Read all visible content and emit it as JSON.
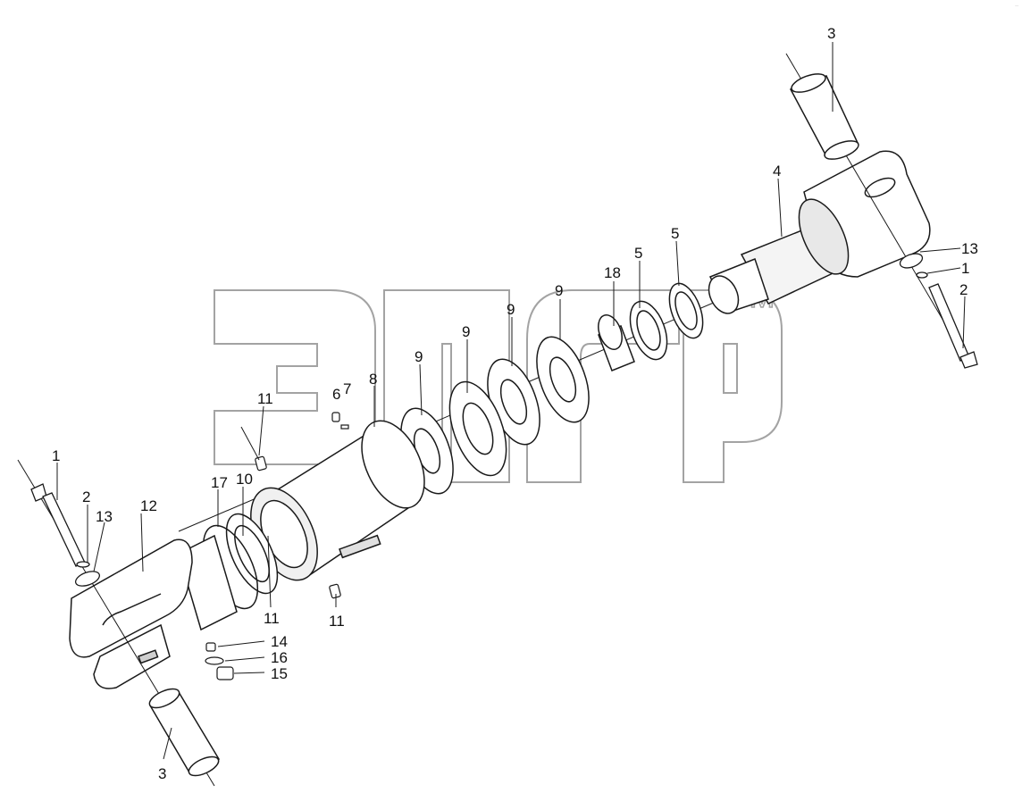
{
  "watermark": {
    "tm": "TM"
  },
  "corner_mark": "..",
  "callouts": {
    "c1_right": "1",
    "c2_right": "2",
    "c3_top": "3",
    "c4": "4",
    "c5_a": "5",
    "c5_b": "5",
    "c13_right": "13",
    "c18": "18",
    "c9_a": "9",
    "c9_b": "9",
    "c9_c": "9",
    "c9_d": "9",
    "c8": "8",
    "c6": "6",
    "c7": "7",
    "c11_a": "11",
    "c11_b": "11",
    "c11_c": "11",
    "c10": "10",
    "c17": "17",
    "c12": "12",
    "c1_left": "1",
    "c2_left": "2",
    "c13_left": "13",
    "c14": "14",
    "c16": "16",
    "c15": "15",
    "c3_bottom": "3"
  },
  "colors": {
    "line": "#1a1a1a",
    "fill": "#ffffff",
    "shade": "#d9d9d9",
    "watermark_stroke": "#9a9a9a"
  }
}
